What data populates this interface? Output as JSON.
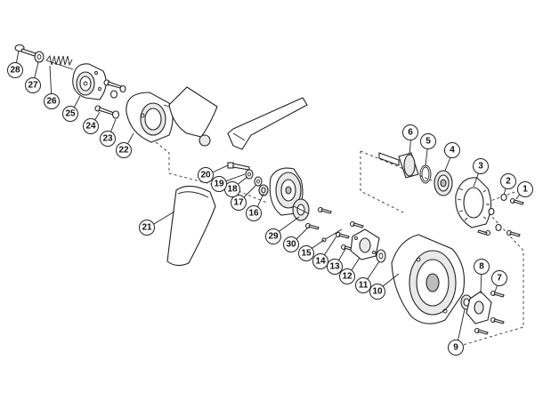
{
  "callouts": [
    {
      "label": "1"
    },
    {
      "label": "2"
    },
    {
      "label": "3"
    },
    {
      "label": "4"
    },
    {
      "label": "5"
    },
    {
      "label": "6"
    },
    {
      "label": "7"
    },
    {
      "label": "8"
    },
    {
      "label": "9"
    },
    {
      "label": "10"
    },
    {
      "label": "11"
    },
    {
      "label": "12"
    },
    {
      "label": "13"
    },
    {
      "label": "14"
    },
    {
      "label": "15"
    },
    {
      "label": "16"
    },
    {
      "label": "17"
    },
    {
      "label": "18"
    },
    {
      "label": "19"
    },
    {
      "label": "20"
    },
    {
      "label": "21"
    },
    {
      "label": "22"
    },
    {
      "label": "23"
    },
    {
      "label": "24"
    },
    {
      "label": "25"
    },
    {
      "label": "26"
    },
    {
      "label": "27"
    },
    {
      "label": "28"
    },
    {
      "label": "29"
    },
    {
      "label": "30"
    }
  ]
}
